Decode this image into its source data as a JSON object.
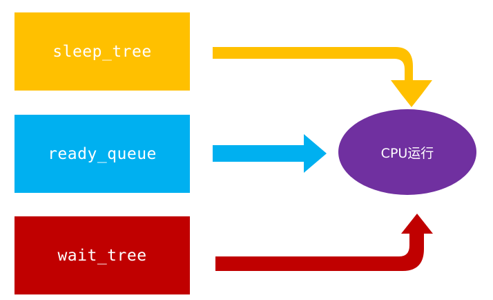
{
  "nodes": {
    "sleep_tree": {
      "label": "sleep_tree",
      "color": "#FFC000"
    },
    "ready_queue": {
      "label": "ready_queue",
      "color": "#00B0F0"
    },
    "wait_tree": {
      "label": "wait_tree",
      "color": "#C00000"
    },
    "cpu": {
      "label": "CPU运行",
      "color": "#7030A0"
    }
  },
  "edges": [
    {
      "from": "sleep_tree",
      "to": "cpu",
      "color": "#FFC000"
    },
    {
      "from": "ready_queue",
      "to": "cpu",
      "color": "#00B0F0"
    },
    {
      "from": "wait_tree",
      "to": "cpu",
      "color": "#C00000"
    }
  ]
}
